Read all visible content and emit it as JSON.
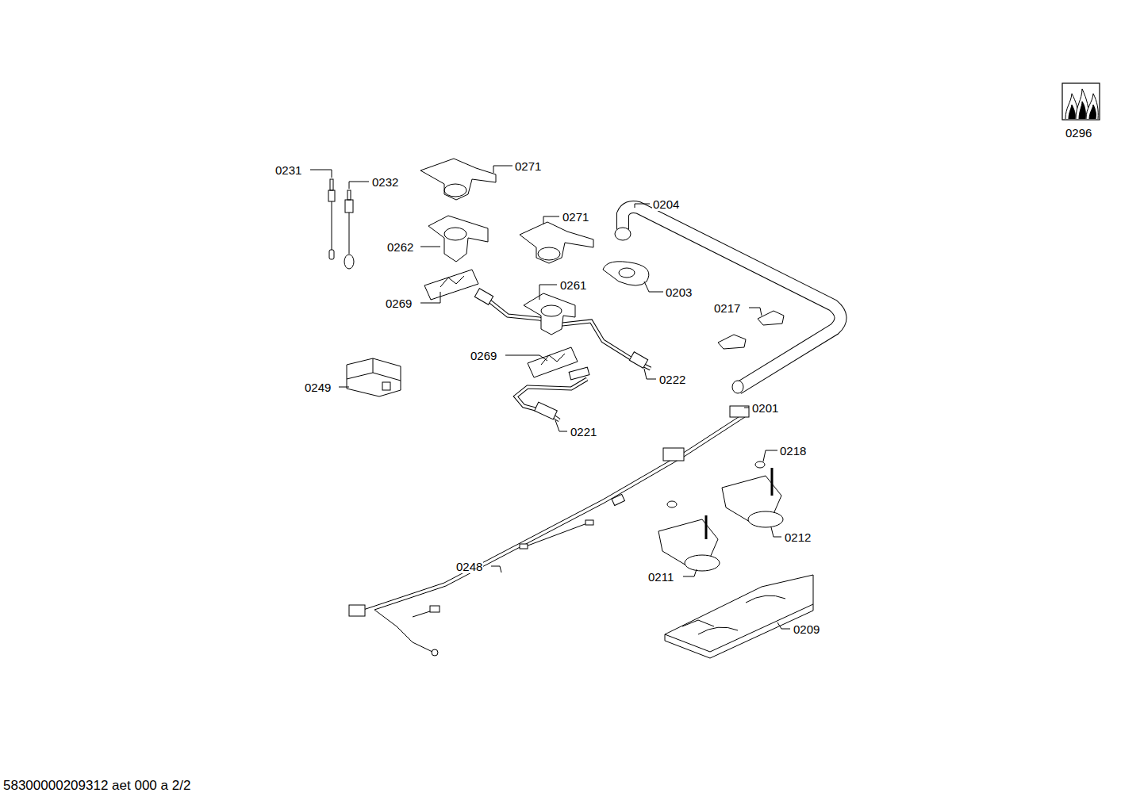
{
  "diagram": {
    "labels": [
      "0296",
      "0231",
      "0232",
      "0271",
      "0271",
      "0204",
      "0262",
      "0203",
      "0261",
      "0269",
      "0217",
      "0269",
      "0222",
      "0249",
      "0221",
      "0201",
      "0218",
      "0212",
      "0248",
      "0211",
      "0209",
      "58300000209312 aet 000 a 2/2"
    ]
  }
}
